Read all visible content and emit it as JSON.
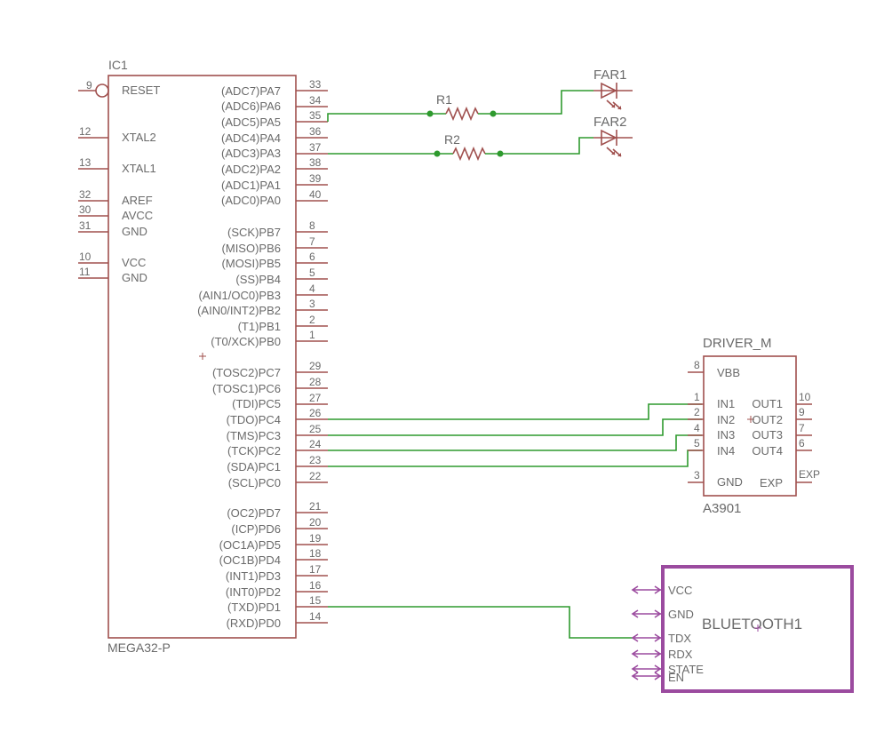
{
  "mcu": {
    "name": "IC1",
    "value": "MEGA32-P",
    "left_pins": [
      {
        "num": "9",
        "label": "RESET"
      },
      {
        "num": "12",
        "label": "XTAL2"
      },
      {
        "num": "13",
        "label": "XTAL1"
      },
      {
        "num": "32",
        "label": "AREF"
      },
      {
        "num": "30",
        "label": "AVCC"
      },
      {
        "num": "31",
        "label": "GND"
      },
      {
        "num": "10",
        "label": "VCC"
      },
      {
        "num": "11",
        "label": "GND"
      }
    ],
    "right_pins": [
      {
        "num": "33",
        "label": "(ADC7)PA7"
      },
      {
        "num": "34",
        "label": "(ADC6)PA6"
      },
      {
        "num": "35",
        "label": "(ADC5)PA5"
      },
      {
        "num": "36",
        "label": "(ADC4)PA4"
      },
      {
        "num": "37",
        "label": "(ADC3)PA3"
      },
      {
        "num": "38",
        "label": "(ADC2)PA2"
      },
      {
        "num": "39",
        "label": "(ADC1)PA1"
      },
      {
        "num": "40",
        "label": "(ADC0)PA0"
      },
      {
        "num": "8",
        "label": "(SCK)PB7"
      },
      {
        "num": "7",
        "label": "(MISO)PB6"
      },
      {
        "num": "6",
        "label": "(MOSI)PB5"
      },
      {
        "num": "5",
        "label": "(SS)PB4"
      },
      {
        "num": "4",
        "label": "(AIN1/OC0)PB3"
      },
      {
        "num": "3",
        "label": "(AIN0/INT2)PB2"
      },
      {
        "num": "2",
        "label": "(T1)PB1"
      },
      {
        "num": "1",
        "label": "(T0/XCK)PB0"
      },
      {
        "num": "29",
        "label": "(TOSC2)PC7"
      },
      {
        "num": "28",
        "label": "(TOSC1)PC6"
      },
      {
        "num": "27",
        "label": "(TDI)PC5"
      },
      {
        "num": "26",
        "label": "(TDO)PC4"
      },
      {
        "num": "25",
        "label": "(TMS)PC3"
      },
      {
        "num": "24",
        "label": "(TCK)PC2"
      },
      {
        "num": "23",
        "label": "(SDA)PC1"
      },
      {
        "num": "22",
        "label": "(SCL)PC0"
      },
      {
        "num": "21",
        "label": "(OC2)PD7"
      },
      {
        "num": "20",
        "label": "(ICP)PD6"
      },
      {
        "num": "19",
        "label": "(OC1A)PD5"
      },
      {
        "num": "18",
        "label": "(OC1B)PD4"
      },
      {
        "num": "17",
        "label": "(INT1)PD3"
      },
      {
        "num": "16",
        "label": "(INT0)PD2"
      },
      {
        "num": "15",
        "label": "(TXD)PD1"
      },
      {
        "num": "14",
        "label": "(RXD)PD0"
      }
    ]
  },
  "resistors": [
    {
      "name": "R1"
    },
    {
      "name": "R2"
    }
  ],
  "leds": [
    {
      "name": "FAR1"
    },
    {
      "name": "FAR2"
    }
  ],
  "driver": {
    "name": "DRIVER_M",
    "value": "A3901",
    "left_pins": [
      {
        "num": "8",
        "label": "VBB"
      },
      {
        "num": "1",
        "label": "IN1"
      },
      {
        "num": "2",
        "label": "IN2"
      },
      {
        "num": "4",
        "label": "IN3"
      },
      {
        "num": "5",
        "label": "IN4"
      },
      {
        "num": "3",
        "label": "GND"
      }
    ],
    "right_pins": [
      {
        "num": "10",
        "label": "OUT1"
      },
      {
        "num": "9",
        "label": "OUT2"
      },
      {
        "num": "7",
        "label": "OUT3"
      },
      {
        "num": "6",
        "label": "OUT4"
      },
      {
        "num": "EXP",
        "label": "EXP"
      }
    ]
  },
  "bluetooth": {
    "name": "BLUETOOTH1",
    "pins": [
      "VCC",
      "GND",
      "TDX",
      "RDX",
      "STATE",
      "EN"
    ]
  },
  "colors": {
    "symbol": "#a0504e",
    "wire": "#2e9a2e",
    "bluetooth": "#9b4b9f",
    "text": "#6a6a6a"
  }
}
